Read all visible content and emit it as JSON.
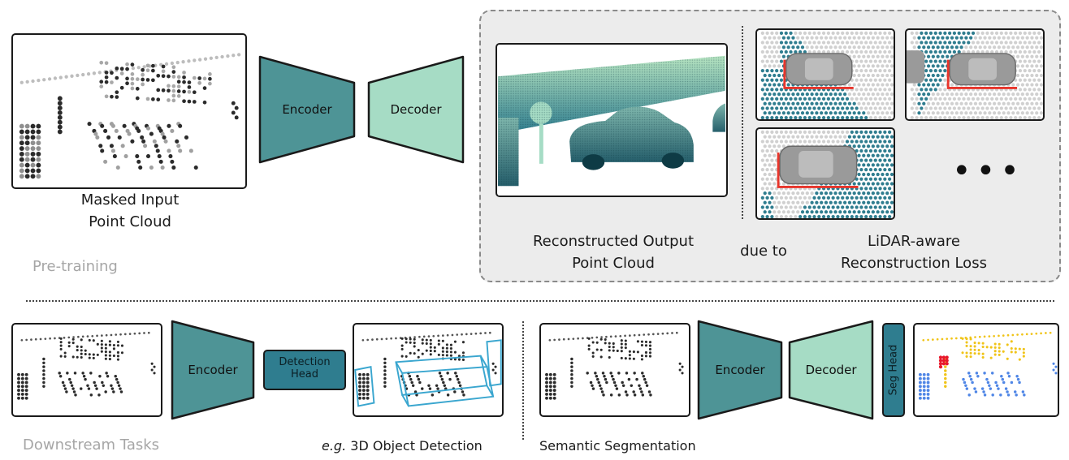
{
  "colors": {
    "encoder": "#4e9496",
    "decoder": "#a6dcc5",
    "head": "#2f7d8f",
    "box_outline": "#3aa6cf",
    "loss_bg": "#ececec",
    "seg_yellow": "#f0c419",
    "seg_red": "#e8182b",
    "seg_blue": "#4f86e6"
  },
  "pretraining": {
    "section_label": "Pre-training",
    "input_caption_line1": "Masked Input",
    "input_caption_line2": "Point Cloud",
    "encoder_label": "Encoder",
    "decoder_label": "Decoder",
    "output_caption_line1": "Reconstructed Output",
    "output_caption_line2": "Point Cloud",
    "due_to": "due to",
    "loss_caption_line1": "LiDAR-aware",
    "loss_caption_line2": "Reconstruction Loss",
    "more": "•••"
  },
  "downstream": {
    "section_label": "Downstream Tasks",
    "encoder_label": "Encoder",
    "detection_head_line1": "Detection",
    "detection_head_line2": "Head",
    "detection_caption_em": "e.g.",
    "detection_caption": "3D Object Detection",
    "seg_encoder_label": "Encoder",
    "seg_decoder_label": "Decoder",
    "seg_head_label": "Seg Head",
    "seg_caption": "Semantic Segmentation"
  }
}
